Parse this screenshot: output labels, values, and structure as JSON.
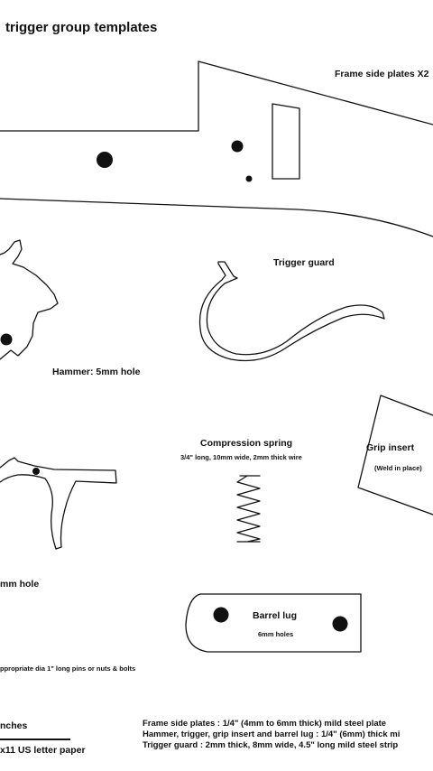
{
  "title": "trigger group templates",
  "labels": {
    "frame_side_plates": "Frame side plates X2",
    "trigger_guard": "Trigger guard",
    "hammer": "Hammer: 5mm hole",
    "compression_spring": "Compression spring",
    "spring_spec": "3/4\" long, 10mm wide, 2mm thick wire",
    "grip_insert": "Grip insert",
    "grip_note": "(Weld in place)",
    "trigger_hole": "mm hole",
    "barrel_lug": "Barrel lug",
    "barrel_holes": "6mm holes",
    "pins_note": "ppropriate dia 1\" long pins or nuts & bolts",
    "inches": "nches",
    "paper": "x11 US letter paper"
  },
  "materials": [
    "Frame side plates : 1/4\" (4mm to 6mm thick) mild steel plate",
    "Hammer, trigger, grip insert and barrel lug : 1/4\" (6mm) thick mi",
    "Trigger guard : 2mm thick, 8mm wide, 4.5\" long mild steel strip"
  ]
}
